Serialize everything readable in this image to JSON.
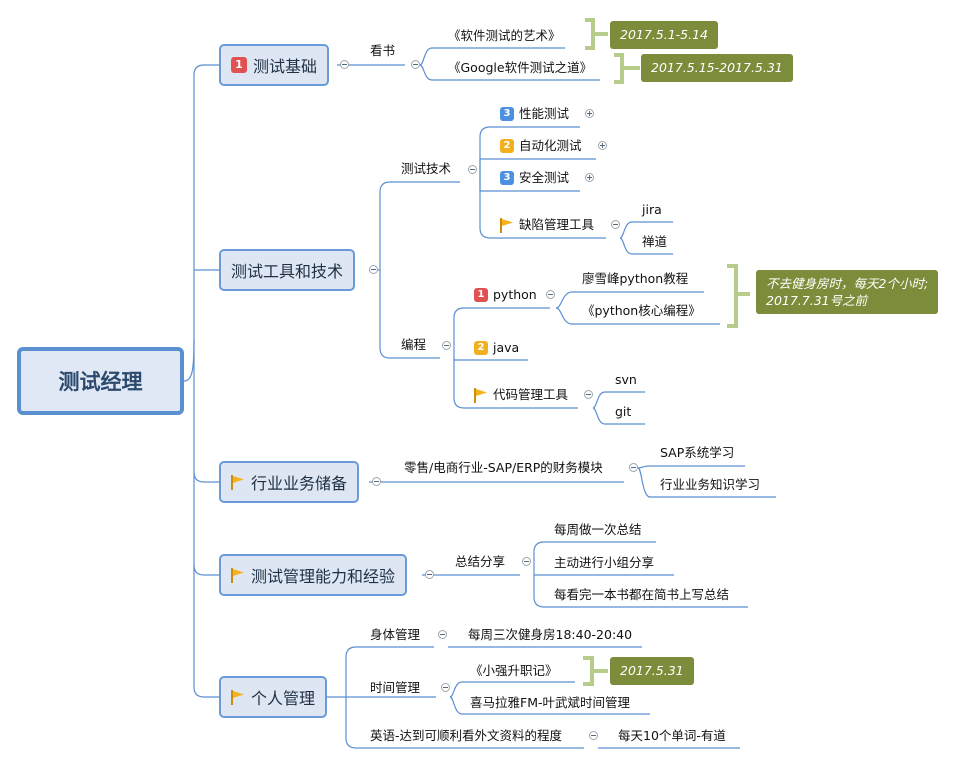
{
  "root": "测试经理",
  "callout_color": "#7b8d3a",
  "branches": {
    "basics": {
      "badge": "1",
      "label": "测试基础",
      "reading": {
        "label": "看书",
        "books": [
          "《软件测试的艺术》",
          "《Google软件测试之道》"
        ],
        "dates": [
          "2017.5.1-5.14",
          "2017.5.15-2017.5.31"
        ]
      }
    },
    "tools": {
      "label": "测试工具和技术",
      "tech": {
        "label": "测试技术",
        "items": [
          {
            "badge": "3",
            "label": "性能测试"
          },
          {
            "badge": "2",
            "label": "自动化测试"
          },
          {
            "badge": "3",
            "label": "安全测试"
          }
        ],
        "defect": {
          "label": "缺陷管理工具",
          "children": [
            "jira",
            "禅道"
          ]
        }
      },
      "programming": {
        "label": "编程",
        "python": {
          "badge": "1",
          "label": "python",
          "children": [
            "廖雪峰python教程",
            "《python核心编程》"
          ]
        },
        "java": {
          "badge": "2",
          "label": "java"
        },
        "vcs": {
          "label": "代码管理工具",
          "children": [
            "svn",
            "git"
          ]
        },
        "note": [
          "不去健身房时，每天2个小时;",
          "2017.7.31号之前"
        ]
      }
    },
    "business": {
      "label": "行业业务储备",
      "module": "零售/电商行业-SAP/ERP的财务模块",
      "children": [
        "SAP系统学习",
        "行业业务知识学习"
      ]
    },
    "management": {
      "label": "测试管理能力和经验",
      "summary": "总结分享",
      "children": [
        "每周做一次总结",
        "主动进行小组分享",
        "每看完一本书都在简书上写总结"
      ]
    },
    "personal": {
      "label": "个人管理",
      "body": {
        "label": "身体管理",
        "child": "每周三次健身房18:40-20:40"
      },
      "time": {
        "label": "时间管理",
        "children": [
          "《小强升职记》",
          "喜马拉雅FM-叶武斌时间管理"
        ],
        "date": "2017.5.31"
      },
      "english": {
        "label": "英语-达到可顺利看外文资料的程度",
        "child": "每天10个单词-有道"
      }
    }
  }
}
